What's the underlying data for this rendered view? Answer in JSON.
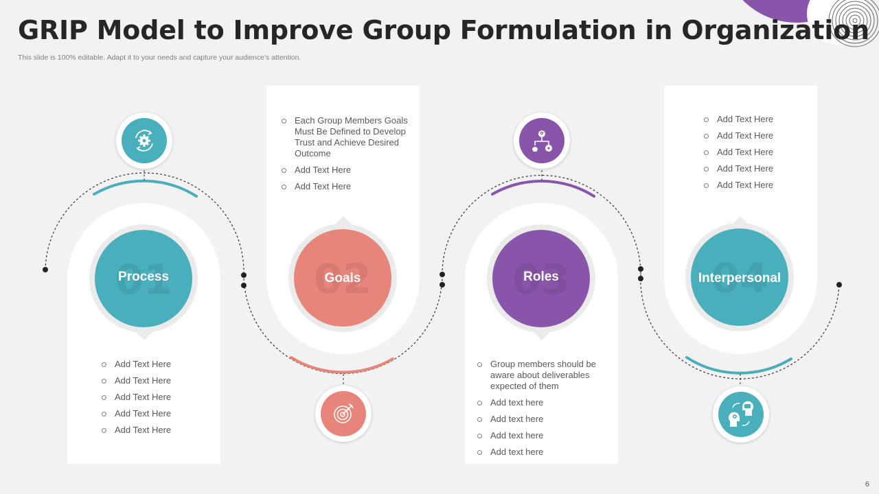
{
  "title": "GRIP Model to Improve Group Formulation in Organization",
  "subtitle": "This slide is 100% editable. Adapt it to your needs and capture your audience's attention.",
  "page_number": "6",
  "colors": {
    "teal": "#4aafbd",
    "coral": "#e8857a",
    "purple": "#8955aa",
    "background": "#f2f2f2"
  },
  "steps": [
    {
      "label": "Process",
      "number": "01",
      "color": "#4aafbd",
      "icon": "gear-cycle-icon",
      "bullets": [
        "Add Text Here",
        "Add Text Here",
        "Add Text Here",
        "Add Text Here",
        "Add Text Here"
      ]
    },
    {
      "label": "Goals",
      "number": "02",
      "color": "#e8857a",
      "icon": "target-icon",
      "bullets": [
        "Each Group Members Goals Must Be Defined to Develop Trust and Achieve Desired Outcome",
        "Add Text Here",
        "Add Text Here"
      ]
    },
    {
      "label": "Roles",
      "number": "03",
      "color": "#8955aa",
      "icon": "team-hierarchy-icon",
      "bullets": [
        "Group members should be aware about deliverables expected of them",
        "Add text here",
        "Add text here",
        "Add text here",
        "Add text here"
      ]
    },
    {
      "label": "Interpersonal",
      "number": "04",
      "color": "#4aafbd",
      "icon": "communication-heads-icon",
      "bullets": [
        "Add Text Here",
        "Add Text Here",
        "Add Text Here",
        "Add Text Here",
        "Add Text Here"
      ]
    }
  ]
}
